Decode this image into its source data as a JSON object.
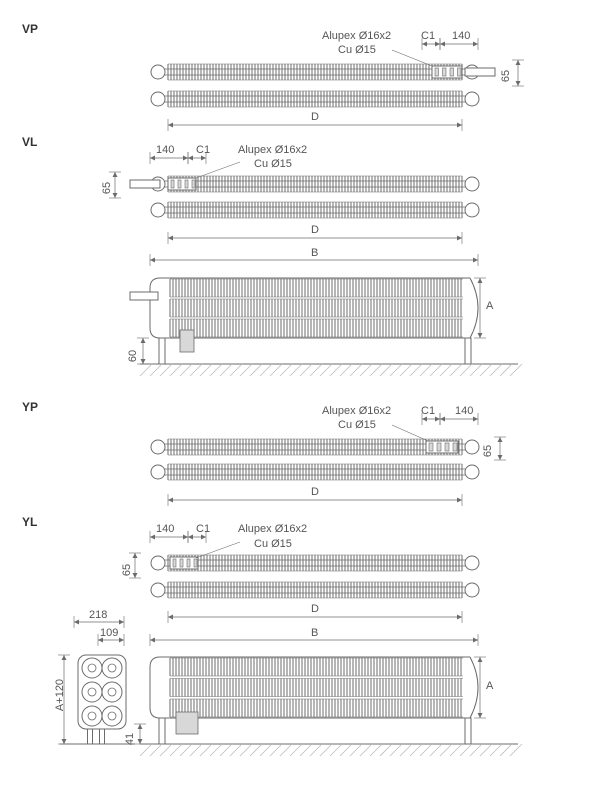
{
  "sections": {
    "vp": "VP",
    "vl": "VL",
    "yp": "YP",
    "yl": "YL"
  },
  "labels": {
    "alupex": "Alupex Ø16x2",
    "cu": "Cu Ø15",
    "c1": "C1",
    "d140": "140",
    "d65": "65",
    "D": "D",
    "B": "B",
    "A": "A",
    "d60": "60",
    "d218": "218",
    "d109": "109",
    "a120": "A+120",
    "d41": "41"
  },
  "colors": {
    "line": "#6b6b6b",
    "fin": "#7a7a7a",
    "hatch": "#bdbdbd"
  }
}
